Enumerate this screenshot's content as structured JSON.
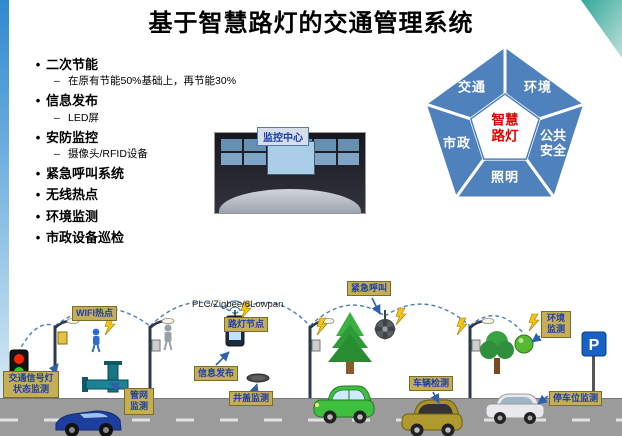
{
  "slide": {
    "title": "基于智慧路灯的交通管理系统"
  },
  "bullets": [
    {
      "label": "二次节能",
      "subs": [
        "在原有节能50%基础上，再节能30%"
      ]
    },
    {
      "label": "信息发布",
      "subs": [
        "LED屏"
      ]
    },
    {
      "label": "安防监控",
      "subs": [
        "摄像头/RFID设备"
      ]
    },
    {
      "label": "紧急呼叫系统",
      "subs": []
    },
    {
      "label": "无线热点",
      "subs": []
    },
    {
      "label": "环境监测",
      "subs": []
    },
    {
      "label": "市政设备巡检",
      "subs": []
    }
  ],
  "monitor": {
    "label": "监控中心"
  },
  "pentagon": {
    "center": "智慧路灯",
    "segments": [
      "交通",
      "环境",
      "公共安全",
      "照明",
      "市政"
    ]
  },
  "scene": {
    "tags": {
      "wifi": "WIFI热点",
      "protocol": "PLC/Zigbee/6Lowpan",
      "lamp_node": "路灯节点",
      "emergency": "紧急呼叫",
      "environment": "环境监测",
      "traffic_signal": "交通信号灯状态监测",
      "info": "信息发布",
      "pipeline": "管网监测",
      "manhole": "井盖监测",
      "vehicle": "车辆检测",
      "parking": "停车位监测"
    },
    "parking_sign": "P"
  },
  "colors": {
    "accent_blue": "#2f89d0",
    "pentagon_blue": "#4f81bd",
    "center_red": "#e00000",
    "tag_gold": "#c5ae55",
    "tag_text_blue": "#1d3fae"
  }
}
